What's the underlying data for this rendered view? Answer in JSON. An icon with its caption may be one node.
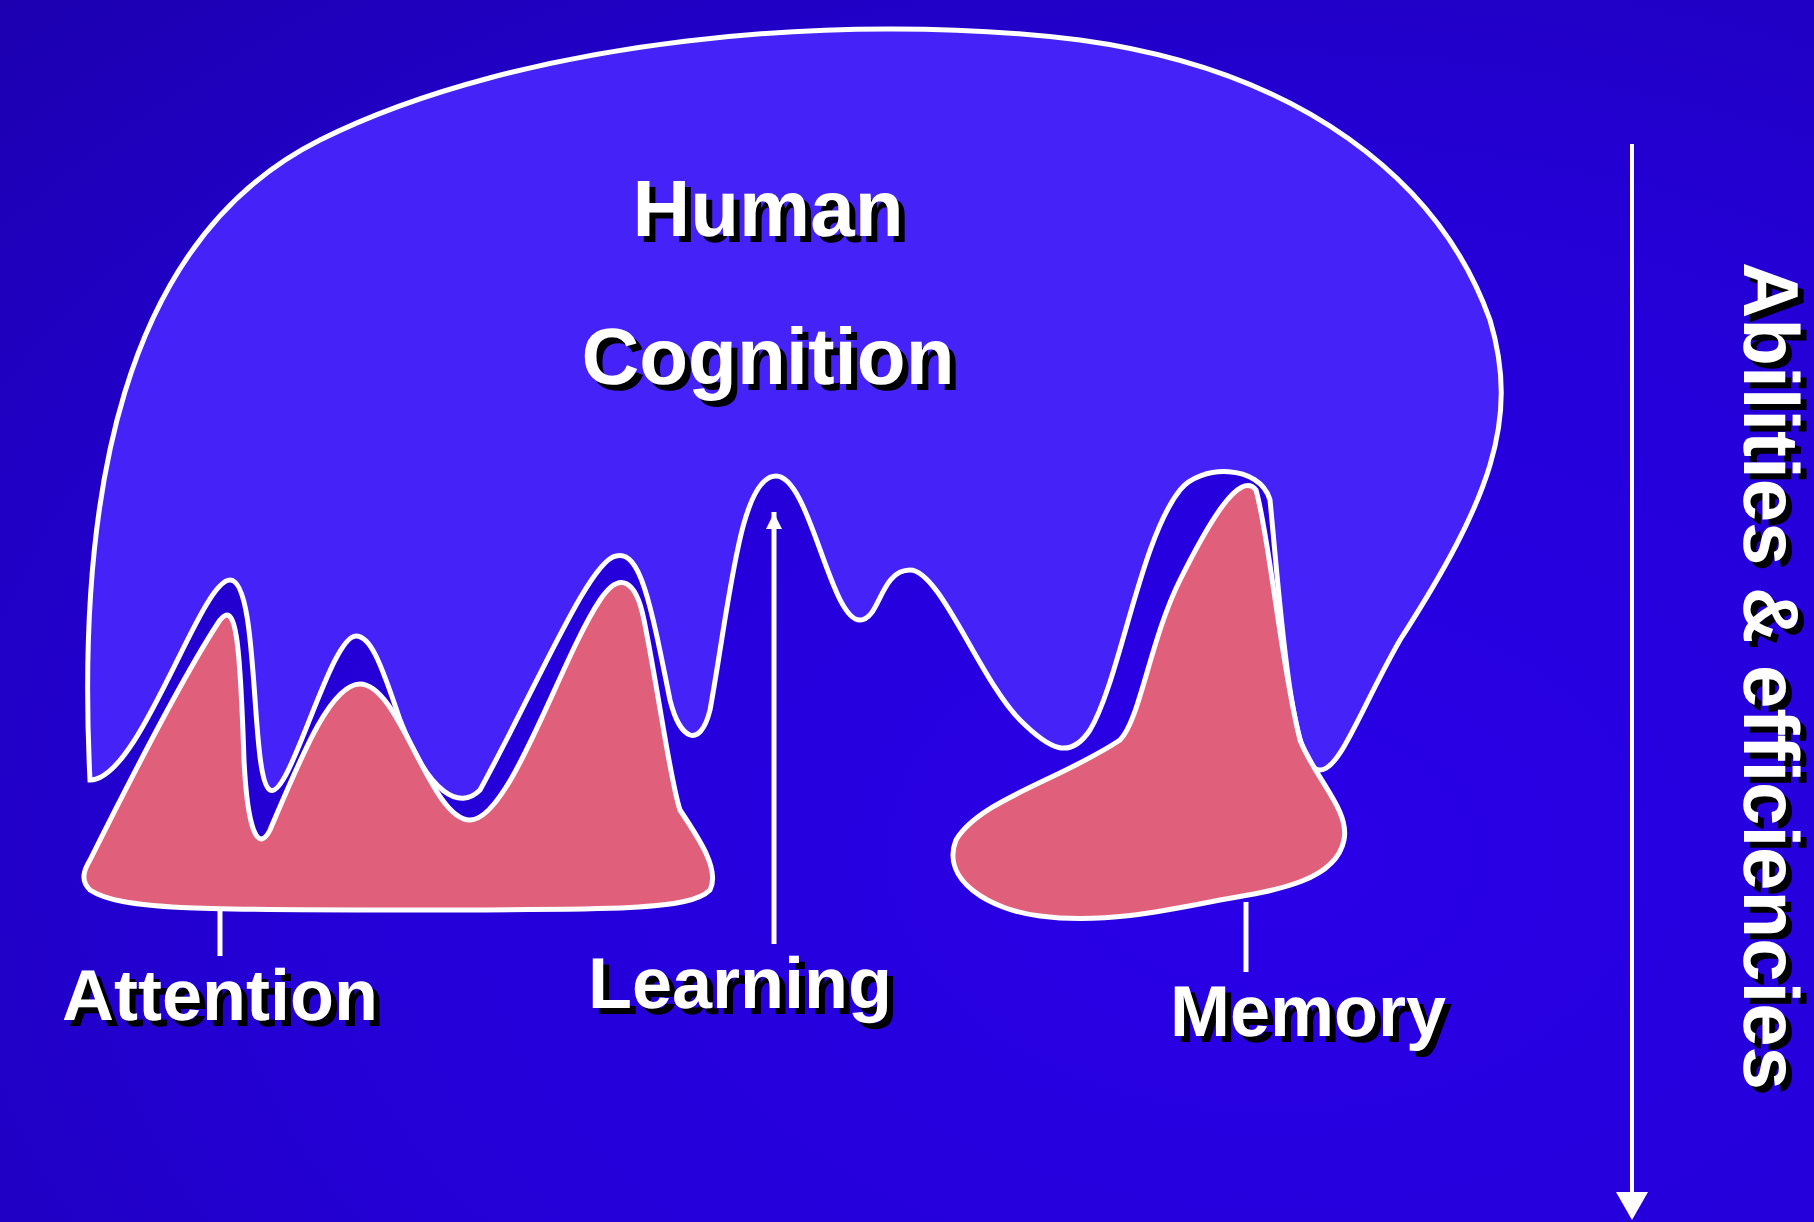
{
  "diagram": {
    "nodes": [
      {
        "text": [
          "Human Cognition"
        ]
      },
      {
        "text": [],
        "shape": "blob"
      },
      {
        "text": [],
        "shape": "blob"
      },
      {
        "text": [
          "Attention"
        ]
      },
      {
        "text": [
          "Learning"
        ]
      },
      {
        "text": [
          "Memory"
        ]
      }
    ],
    "edges": [
      {
        "from": 3,
        "to": 1,
        "arrow": "none"
      },
      {
        "from": 4,
        "to": 0,
        "arrow": "to"
      },
      {
        "from": 5,
        "to": 2,
        "arrow": "none"
      }
    ],
    "labels": [
      "Abilities & efficiencies"
    ]
  }
}
